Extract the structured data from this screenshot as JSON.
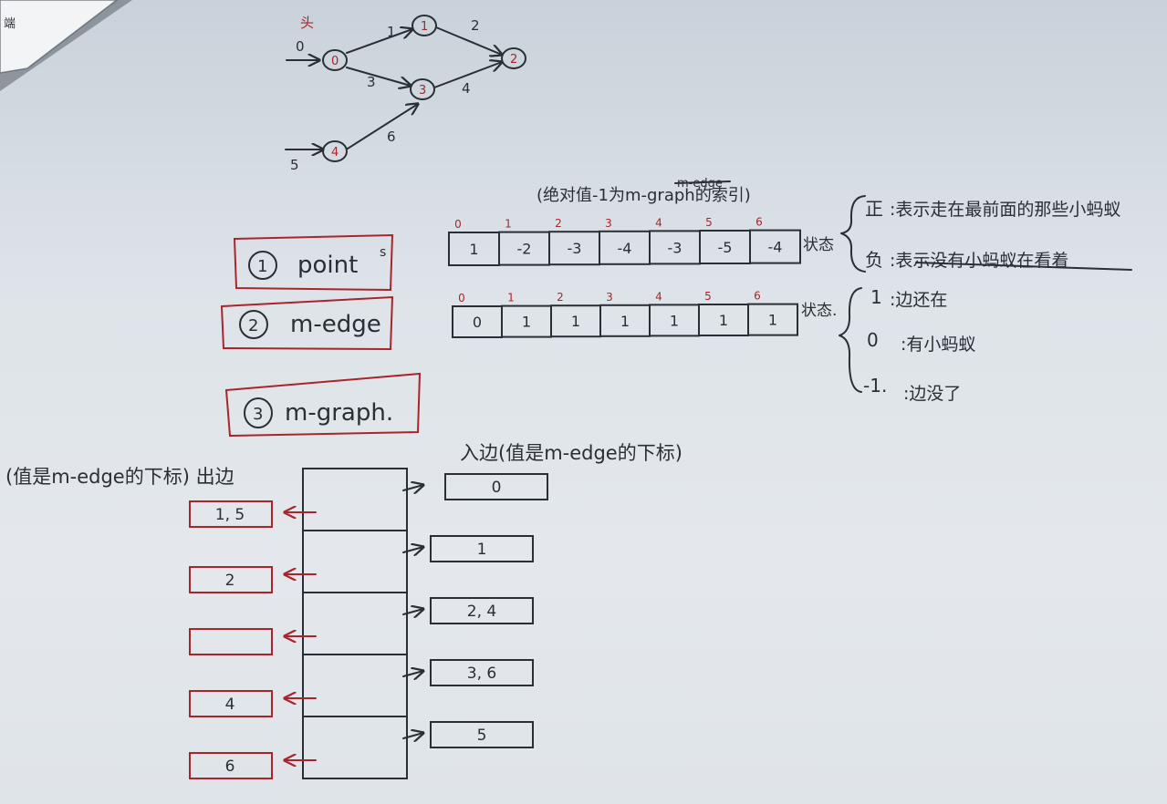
{
  "corner_note": "端",
  "graph": {
    "start_mark": "头",
    "nodes": [
      "0",
      "1",
      "2",
      "3",
      "4"
    ],
    "edges": [
      {
        "label": "0"
      },
      {
        "label": "1"
      },
      {
        "label": "2"
      },
      {
        "label": "3"
      },
      {
        "label": "4"
      },
      {
        "label": "5"
      },
      {
        "label": "6"
      }
    ]
  },
  "note_index": "(绝对值-1为m-graph的索引)",
  "note_index_strike": "m-edge",
  "structures": [
    {
      "num": "1",
      "name": "point"
    },
    {
      "num": "2",
      "name": "m-edge"
    },
    {
      "num": "3",
      "name": "m-graph."
    }
  ],
  "point_array": {
    "indices": [
      "0",
      "1",
      "2",
      "3",
      "4",
      "5",
      "6"
    ],
    "values": [
      "1",
      "-2",
      "-3",
      "-4",
      "-3",
      "-5",
      "-4"
    ],
    "state_label": "状态",
    "states": [
      {
        "symbol": "正",
        "text": ":表示走在最前面的那些小蚂蚁"
      },
      {
        "symbol": "负",
        "text": ":表示没有小蚂蚁在看着"
      }
    ]
  },
  "edge_array": {
    "indices": [
      "0",
      "1",
      "2",
      "3",
      "4",
      "5",
      "6"
    ],
    "values": [
      "0",
      "1",
      "1",
      "1",
      "1",
      "1",
      "1"
    ],
    "state_label": "状态.",
    "states": [
      {
        "symbol": "1",
        "text": ":边还在"
      },
      {
        "symbol": "0",
        "text": ":有小蚂蚁"
      },
      {
        "symbol": "-1.",
        "text": ":边没了"
      }
    ]
  },
  "m_graph": {
    "out_label": "(值是m-edge的下标) 出边",
    "in_label": "入边(值是m-edge的下标)",
    "out_edges": [
      "1, 5",
      "2",
      "",
      "4",
      "6"
    ],
    "in_edges": [
      "0",
      "1",
      "2, 4",
      "3, 6",
      "5"
    ]
  }
}
